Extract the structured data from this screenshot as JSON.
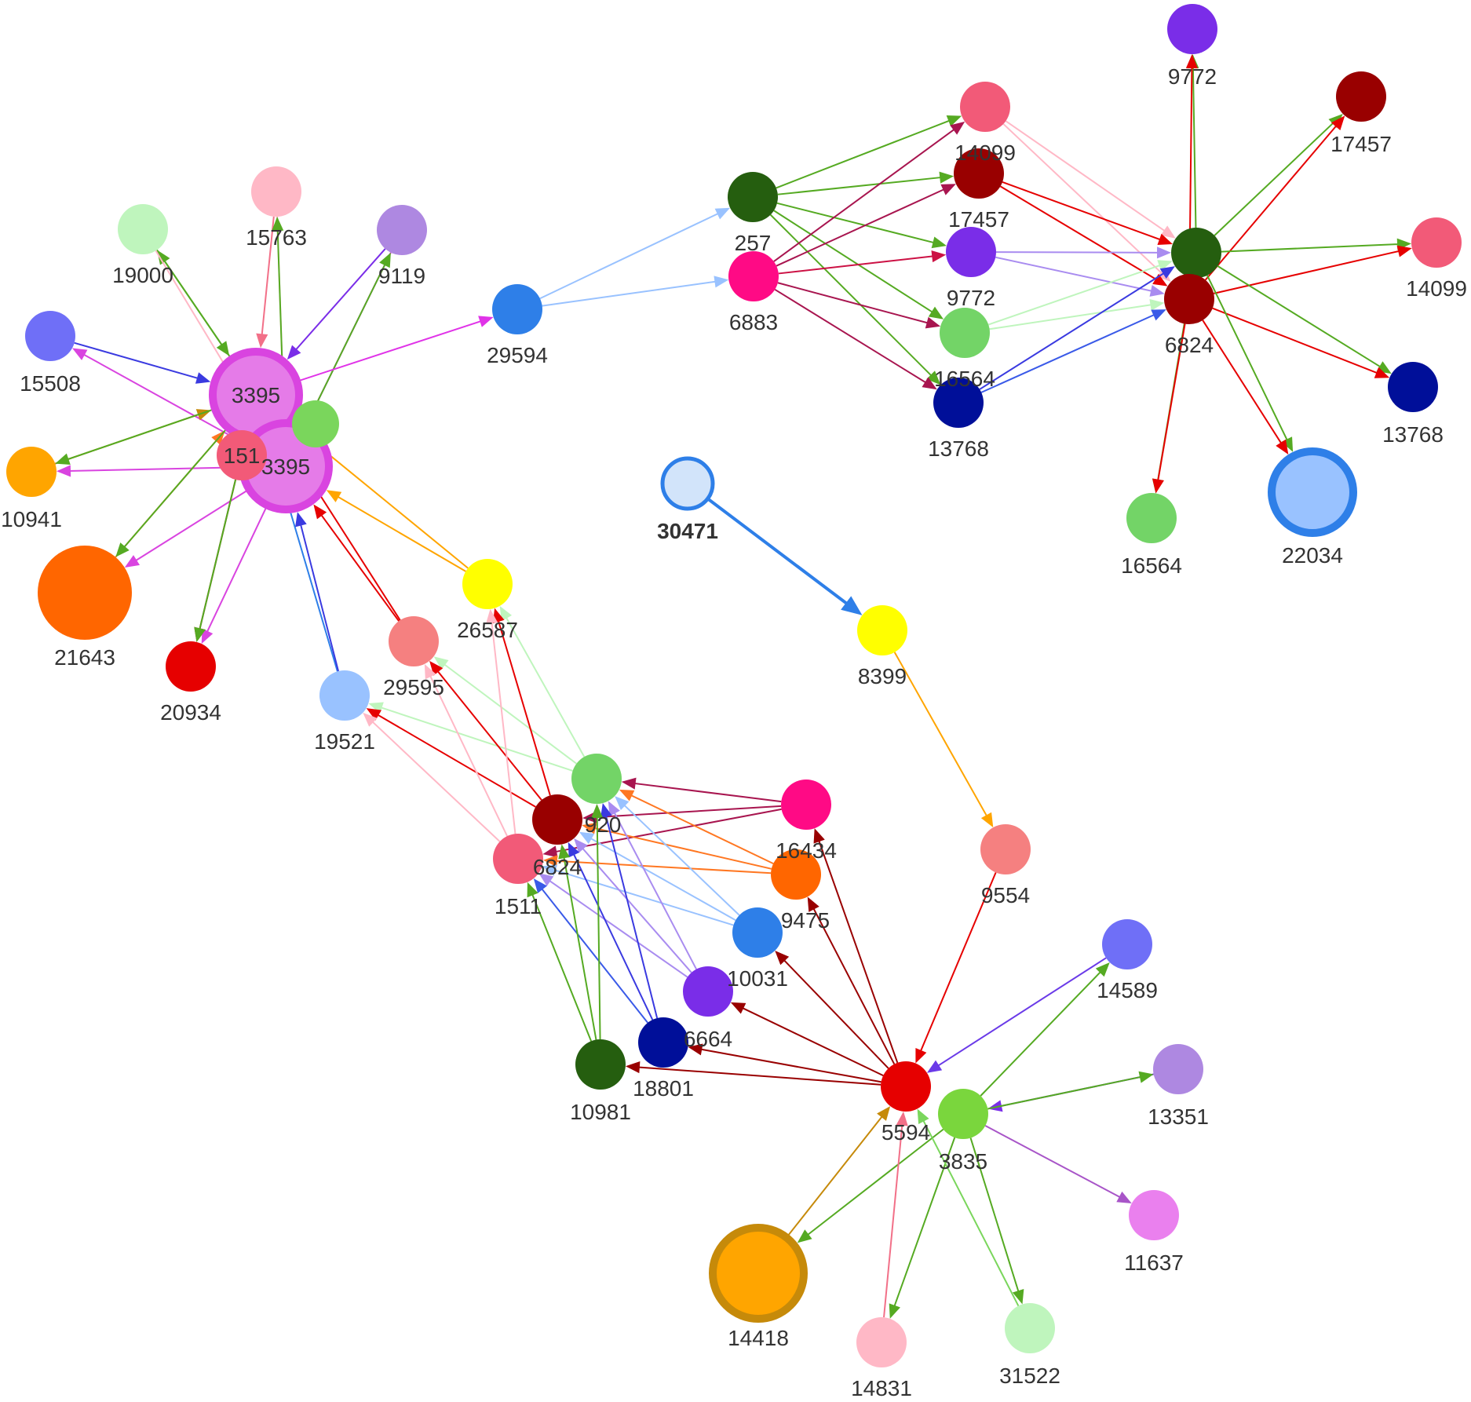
{
  "nodes": [
    {
      "id": "n3395a",
      "label": "3395",
      "color": "#e57be8",
      "stroke": "#d944e0"
    },
    {
      "id": "n3395b",
      "label": "3395",
      "color": "#e57be8",
      "stroke": "#d944e0"
    },
    {
      "id": "n15110",
      "label": "151",
      "color": "#f25a78"
    },
    {
      "id": "nhid",
      "label": "",
      "color": "#7ad65c"
    },
    {
      "id": "n15763",
      "label": "15763",
      "color": "#ffb8c6"
    },
    {
      "id": "n19000",
      "label": "19000",
      "color": "#bff5bd"
    },
    {
      "id": "n9119",
      "label": "9119",
      "color": "#ae88e1"
    },
    {
      "id": "n15508",
      "label": "15508",
      "color": "#6f6ff7"
    },
    {
      "id": "n10941",
      "label": "10941",
      "color": "#ffa500"
    },
    {
      "id": "n21643",
      "label": "21643",
      "color": "#ff6600"
    },
    {
      "id": "n20934",
      "label": "20934",
      "color": "#e60000"
    },
    {
      "id": "n19521",
      "label": "19521",
      "color": "#99c2ff"
    },
    {
      "id": "n29595",
      "label": "29595",
      "color": "#f58080"
    },
    {
      "id": "n26587",
      "label": "26587",
      "color": "#ffff00"
    },
    {
      "id": "n29594",
      "label": "29594",
      "color": "#2e7fe8"
    },
    {
      "id": "n257",
      "label": "257",
      "color": "#255e0f"
    },
    {
      "id": "n6883",
      "label": "6883",
      "color": "#ff0a85"
    },
    {
      "id": "n14099t",
      "label": "14099",
      "color": "#f25a78"
    },
    {
      "id": "n17457t",
      "label": "17457",
      "color": "#990000"
    },
    {
      "id": "n9772m",
      "label": "9772",
      "color": "#7a2de8"
    },
    {
      "id": "n16564m",
      "label": "16564",
      "color": "#73d467"
    },
    {
      "id": "n13768m",
      "label": "13768",
      "color": "#000f99"
    },
    {
      "id": "ngreen",
      "label": "",
      "color": "#255e0f"
    },
    {
      "id": "n6824r",
      "label": "6824",
      "color": "#990000"
    },
    {
      "id": "n9772r",
      "label": "9772",
      "color": "#7a2de8"
    },
    {
      "id": "n17457r",
      "label": "17457",
      "color": "#990000"
    },
    {
      "id": "n14099r",
      "label": "14099",
      "color": "#f25a78"
    },
    {
      "id": "n13768r",
      "label": "13768",
      "color": "#000f99"
    },
    {
      "id": "n16564r",
      "label": "16564",
      "color": "#73d467"
    },
    {
      "id": "n22034",
      "label": "22034",
      "color": "#99c2ff",
      "stroke": "#2e7fe8"
    },
    {
      "id": "n30471",
      "label": "30471",
      "color": "#d2e4fa",
      "stroke": "#2e7fe8",
      "bold": true
    },
    {
      "id": "n8399",
      "label": "8399",
      "color": "#ffff00"
    },
    {
      "id": "n9554",
      "label": "9554",
      "color": "#f58080"
    },
    {
      "id": "n15920",
      "label": "920",
      "color": "#73d467"
    },
    {
      "id": "n6824b",
      "label": "6824",
      "color": "#990000"
    },
    {
      "id": "n1511b",
      "label": "1511",
      "color": "#f25a78"
    },
    {
      "id": "n16434",
      "label": "16434",
      "color": "#ff0a85"
    },
    {
      "id": "n9475",
      "label": "9475",
      "color": "#ff6600"
    },
    {
      "id": "n10031",
      "label": "10031",
      "color": "#2e7fe8"
    },
    {
      "id": "n6664",
      "label": "6664",
      "color": "#7a2de8"
    },
    {
      "id": "n18801",
      "label": "18801",
      "color": "#000f99"
    },
    {
      "id": "n10981",
      "label": "10981",
      "color": "#255e0f"
    },
    {
      "id": "n5594",
      "label": "5594",
      "color": "#e60000"
    },
    {
      "id": "n3835",
      "label": "3835",
      "color": "#7ad63d"
    },
    {
      "id": "n14589",
      "label": "14589",
      "color": "#6f6ff7"
    },
    {
      "id": "n13351",
      "label": "13351",
      "color": "#ae88e1"
    },
    {
      "id": "n11637",
      "label": "11637",
      "color": "#ea80ee"
    },
    {
      "id": "n14418",
      "label": "14418",
      "color": "#ffa500",
      "stroke": "#c68a0a"
    },
    {
      "id": "n14831",
      "label": "14831",
      "color": "#ffb8c6"
    },
    {
      "id": "n31522",
      "label": "31522",
      "color": "#bff5bd"
    }
  ],
  "edges": [
    {
      "from": "n3395a",
      "to": "n19000",
      "color": "#55aa22"
    },
    {
      "from": "n19000",
      "to": "n3395a",
      "color": "#55aa22"
    },
    {
      "from": "n15763",
      "to": "n3395a",
      "color": "#f27088"
    },
    {
      "from": "n15763",
      "to": "n3395b",
      "color": "#ffb8c6"
    },
    {
      "from": "n19000",
      "to": "n3395b",
      "color": "#ffb8c6"
    },
    {
      "from": "n3395b",
      "to": "n15763",
      "color": "#55aa22"
    },
    {
      "from": "n9119",
      "to": "n3395a",
      "color": "#7a2de8"
    },
    {
      "from": "n9119",
      "to": "n3395b",
      "color": "#d944e0"
    },
    {
      "from": "n3395b",
      "to": "n9119",
      "color": "#55aa22"
    },
    {
      "from": "n15508",
      "to": "n3395a",
      "color": "#3a3ae0"
    },
    {
      "from": "n3395b",
      "to": "n15508",
      "color": "#d944e0"
    },
    {
      "from": "n10941",
      "to": "n3395a",
      "color": "#c68a0a"
    },
    {
      "from": "n3395a",
      "to": "n10941",
      "color": "#55aa22"
    },
    {
      "from": "n3395b",
      "to": "n10941",
      "color": "#d944e0"
    },
    {
      "from": "n21643",
      "to": "n3395a",
      "color": "#ff7722"
    },
    {
      "from": "n3395a",
      "to": "n21643",
      "color": "#55aa22"
    },
    {
      "from": "n3395b",
      "to": "n21643",
      "color": "#d944e0"
    },
    {
      "from": "n3395a",
      "to": "n20934",
      "color": "#990000"
    },
    {
      "from": "n3395b",
      "to": "n20934",
      "color": "#d944e0"
    },
    {
      "from": "n3395a",
      "to": "n20934",
      "color": "#55aa22"
    },
    {
      "from": "n19521",
      "to": "n3395a",
      "color": "#2e7fe8"
    },
    {
      "from": "n19521",
      "to": "n3395b",
      "color": "#3a3ae0"
    },
    {
      "from": "n29595",
      "to": "n3395b",
      "color": "#e60000"
    },
    {
      "from": "n29595",
      "to": "n3395a",
      "color": "#e60000"
    },
    {
      "from": "n26587",
      "to": "n3395b",
      "color": "#ffa500"
    },
    {
      "from": "n26587",
      "to": "n3395a",
      "color": "#ffa500"
    },
    {
      "from": "n3395a",
      "to": "n29594",
      "color": "#e033e8"
    },
    {
      "from": "n29594",
      "to": "n257",
      "color": "#99c2ff"
    },
    {
      "from": "n29594",
      "to": "n6883",
      "color": "#99c2ff"
    },
    {
      "from": "n257",
      "to": "n14099t",
      "color": "#55aa22"
    },
    {
      "from": "n257",
      "to": "n17457t",
      "color": "#55aa22"
    },
    {
      "from": "n257",
      "to": "n9772m",
      "color": "#55aa22"
    },
    {
      "from": "n257",
      "to": "n16564m",
      "color": "#55aa22"
    },
    {
      "from": "n257",
      "to": "n13768m",
      "color": "#55aa22"
    },
    {
      "from": "n6883",
      "to": "n14099t",
      "color": "#a8154f"
    },
    {
      "from": "n6883",
      "to": "n17457t",
      "color": "#a8154f"
    },
    {
      "from": "n6883",
      "to": "n9772m",
      "color": "#cc1144"
    },
    {
      "from": "n6883",
      "to": "n16564m",
      "color": "#a8154f"
    },
    {
      "from": "n6883",
      "to": "n13768m",
      "color": "#a8154f"
    },
    {
      "from": "n14099t",
      "to": "ngreen",
      "color": "#ffb8c6"
    },
    {
      "from": "n14099t",
      "to": "n6824r",
      "color": "#ffb8c6"
    },
    {
      "from": "n17457t",
      "to": "ngreen",
      "color": "#e60000"
    },
    {
      "from": "n17457t",
      "to": "n6824r",
      "color": "#e60000"
    },
    {
      "from": "n9772m",
      "to": "ngreen",
      "color": "#a98cf0"
    },
    {
      "from": "n9772m",
      "to": "n6824r",
      "color": "#a98cf0"
    },
    {
      "from": "n16564m",
      "to": "ngreen",
      "color": "#bff5bd"
    },
    {
      "from": "n16564m",
      "to": "n6824r",
      "color": "#bff5bd"
    },
    {
      "from": "n13768m",
      "to": "ngreen",
      "color": "#3a3ae0"
    },
    {
      "from": "n13768m",
      "to": "n6824r",
      "color": "#3a5ae8"
    },
    {
      "from": "ngreen",
      "to": "n9772r",
      "color": "#55aa22"
    },
    {
      "from": "n6824r",
      "to": "n9772r",
      "color": "#e60000"
    },
    {
      "from": "ngreen",
      "to": "n17457r",
      "color": "#55aa22"
    },
    {
      "from": "n6824r",
      "to": "n17457r",
      "color": "#e60000"
    },
    {
      "from": "ngreen",
      "to": "n14099r",
      "color": "#55aa22"
    },
    {
      "from": "n6824r",
      "to": "n14099r",
      "color": "#e60000"
    },
    {
      "from": "ngreen",
      "to": "n13768r",
      "color": "#55aa22"
    },
    {
      "from": "n6824r",
      "to": "n13768r",
      "color": "#e60000"
    },
    {
      "from": "ngreen",
      "to": "n16564r",
      "color": "#55aa22"
    },
    {
      "from": "n6824r",
      "to": "n16564r",
      "color": "#e60000"
    },
    {
      "from": "ngreen",
      "to": "n22034",
      "color": "#55aa22"
    },
    {
      "from": "n6824r",
      "to": "n22034",
      "color": "#e60000"
    },
    {
      "from": "n30471",
      "to": "n8399",
      "color": "#2e7fe8",
      "width": 4
    },
    {
      "from": "n8399",
      "to": "n9554",
      "color": "#ffa500"
    },
    {
      "from": "n9554",
      "to": "n5594",
      "color": "#e60000"
    },
    {
      "from": "n15920",
      "to": "n26587",
      "color": "#bff5bd"
    },
    {
      "from": "n15920",
      "to": "n29595",
      "color": "#bff5bd"
    },
    {
      "from": "n15920",
      "to": "n19521",
      "color": "#bff5bd"
    },
    {
      "from": "n6824b",
      "to": "n26587",
      "color": "#e60000"
    },
    {
      "from": "n6824b",
      "to": "n29595",
      "color": "#e60000"
    },
    {
      "from": "n6824b",
      "to": "n19521",
      "color": "#e60000"
    },
    {
      "from": "n1511b",
      "to": "n26587",
      "color": "#ffb8c6"
    },
    {
      "from": "n1511b",
      "to": "n29595",
      "color": "#ffb8c6"
    },
    {
      "from": "n1511b",
      "to": "n19521",
      "color": "#ffb8c6"
    },
    {
      "from": "n16434",
      "to": "n15920",
      "color": "#a8154f"
    },
    {
      "from": "n16434",
      "to": "n6824b",
      "color": "#a8154f"
    },
    {
      "from": "n16434",
      "to": "n1511b",
      "color": "#a8154f"
    },
    {
      "from": "n9475",
      "to": "n15920",
      "color": "#ff7722"
    },
    {
      "from": "n9475",
      "to": "n6824b",
      "color": "#ff7722"
    },
    {
      "from": "n9475",
      "to": "n1511b",
      "color": "#ff7722"
    },
    {
      "from": "n10031",
      "to": "n15920",
      "color": "#99c2ff"
    },
    {
      "from": "n10031",
      "to": "n6824b",
      "color": "#99c2ff"
    },
    {
      "from": "n10031",
      "to": "n1511b",
      "color": "#99c2ff"
    },
    {
      "from": "n6664",
      "to": "n15920",
      "color": "#a98cf0"
    },
    {
      "from": "n6664",
      "to": "n6824b",
      "color": "#a98cf0"
    },
    {
      "from": "n6664",
      "to": "n1511b",
      "color": "#a98cf0"
    },
    {
      "from": "n18801",
      "to": "n15920",
      "color": "#3a3ae0"
    },
    {
      "from": "n18801",
      "to": "n6824b",
      "color": "#3a3ae0"
    },
    {
      "from": "n18801",
      "to": "n1511b",
      "color": "#3a5ae8"
    },
    {
      "from": "n10981",
      "to": "n15920",
      "color": "#55aa22"
    },
    {
      "from": "n10981",
      "to": "n6824b",
      "color": "#55aa22"
    },
    {
      "from": "n10981",
      "to": "n1511b",
      "color": "#55aa22"
    },
    {
      "from": "n5594",
      "to": "n16434",
      "color": "#990000"
    },
    {
      "from": "n5594",
      "to": "n9475",
      "color": "#990000"
    },
    {
      "from": "n5594",
      "to": "n10031",
      "color": "#990000"
    },
    {
      "from": "n5594",
      "to": "n6664",
      "color": "#990000"
    },
    {
      "from": "n5594",
      "to": "n18801",
      "color": "#990000"
    },
    {
      "from": "n5594",
      "to": "n10981",
      "color": "#990000"
    },
    {
      "from": "n14589",
      "to": "n5594",
      "color": "#6a3ae8"
    },
    {
      "from": "n3835",
      "to": "n14589",
      "color": "#55aa22"
    },
    {
      "from": "n13351",
      "to": "n3835",
      "color": "#7a2de8"
    },
    {
      "from": "n3835",
      "to": "n13351",
      "color": "#55aa22"
    },
    {
      "from": "n3835",
      "to": "n11637",
      "color": "#a855c8"
    },
    {
      "from": "n14418",
      "to": "n5594",
      "color": "#c68a0a"
    },
    {
      "from": "n3835",
      "to": "n14418",
      "color": "#55aa22"
    },
    {
      "from": "n14831",
      "to": "n5594",
      "color": "#f27088"
    },
    {
      "from": "n3835",
      "to": "n14831",
      "color": "#55aa22"
    },
    {
      "from": "n31522",
      "to": "n5594",
      "color": "#7ad65c"
    },
    {
      "from": "n3835",
      "to": "n31522",
      "color": "#55aa22"
    }
  ]
}
